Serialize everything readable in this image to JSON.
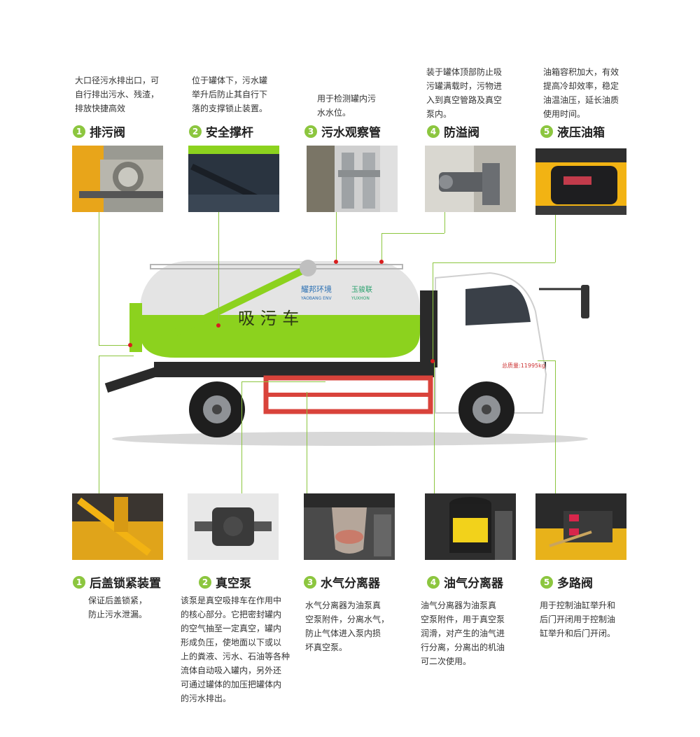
{
  "top_features": [
    {
      "num": "1",
      "title": "排污阀",
      "desc": "大口径污水排出口，可\n自行排出污水、残渣，\n排放快捷高效",
      "photo_icon": "valve-photo"
    },
    {
      "num": "2",
      "title": "安全撑杆",
      "desc": "位于罐体下，污水罐\n举升后防止其自行下\n落的支撑锁止装置。",
      "photo_icon": "support-rod-photo"
    },
    {
      "num": "3",
      "title": "污水观察管",
      "desc": "用于检测罐内污\n水水位。",
      "photo_icon": "sight-tube-photo"
    },
    {
      "num": "4",
      "title": "防溢阀",
      "desc": "装于罐体顶部防止吸\n污罐满载时，污物进\n入到真空管路及真空\n泵内。",
      "photo_icon": "overflow-valve-photo"
    },
    {
      "num": "5",
      "title": "液压油箱",
      "desc": "油箱容积加大，有效\n提高冷却效率，稳定\n油温油压，延长油质\n使用时间。",
      "photo_icon": "hydraulic-tank-photo"
    }
  ],
  "bottom_features": [
    {
      "num": "1",
      "title": "后盖锁紧装置",
      "desc": "保证后盖锁紧，\n防止污水泄漏。",
      "photo_icon": "lock-device-photo"
    },
    {
      "num": "2",
      "title": "真空泵",
      "desc": "该泵是真空吸排车在作用中\n的核心部分。它把密封罐内\n的空气抽至一定真空，罐内\n形成负压，使地面以下或以\n上的粪液、污水、石油等各种\n流体自动吸入罐内，另外还\n可通过罐体的加压把罐体内\n的污水排出。",
      "photo_icon": "vacuum-pump-photo"
    },
    {
      "num": "3",
      "title": "水气分离器",
      "desc": "水气分离器为油泵真\n空泵附件，分离水气，\n防止气体进入泵内损\n坏真空泵。",
      "photo_icon": "water-separator-photo"
    },
    {
      "num": "4",
      "title": "油气分离器",
      "desc": "油气分离器为油泵真\n空泵附件，用于真空泵\n润滑，对产生的油气进\n行分离，分离出的机油\n可二次使用。",
      "photo_icon": "oil-separator-photo"
    },
    {
      "num": "5",
      "title": "多路阀",
      "desc": "用于控制油缸举升和\n后门开闭用于控制油\n缸举升和后门开闭。",
      "photo_icon": "multi-valve-photo"
    }
  ],
  "truck": {
    "tank_text": "吸 污 车",
    "brand_cn": "耀邦环境",
    "brand_en": "YAOBANG ENV",
    "brand2_cn": "玉骏联",
    "brand2_en": "YUXHON",
    "door_text": "总质量:11995kg"
  },
  "colors": {
    "accent": "#8cc63f",
    "red": "#d81e1e",
    "cab": "#ffffff",
    "tank_green": "#8cd21e"
  }
}
